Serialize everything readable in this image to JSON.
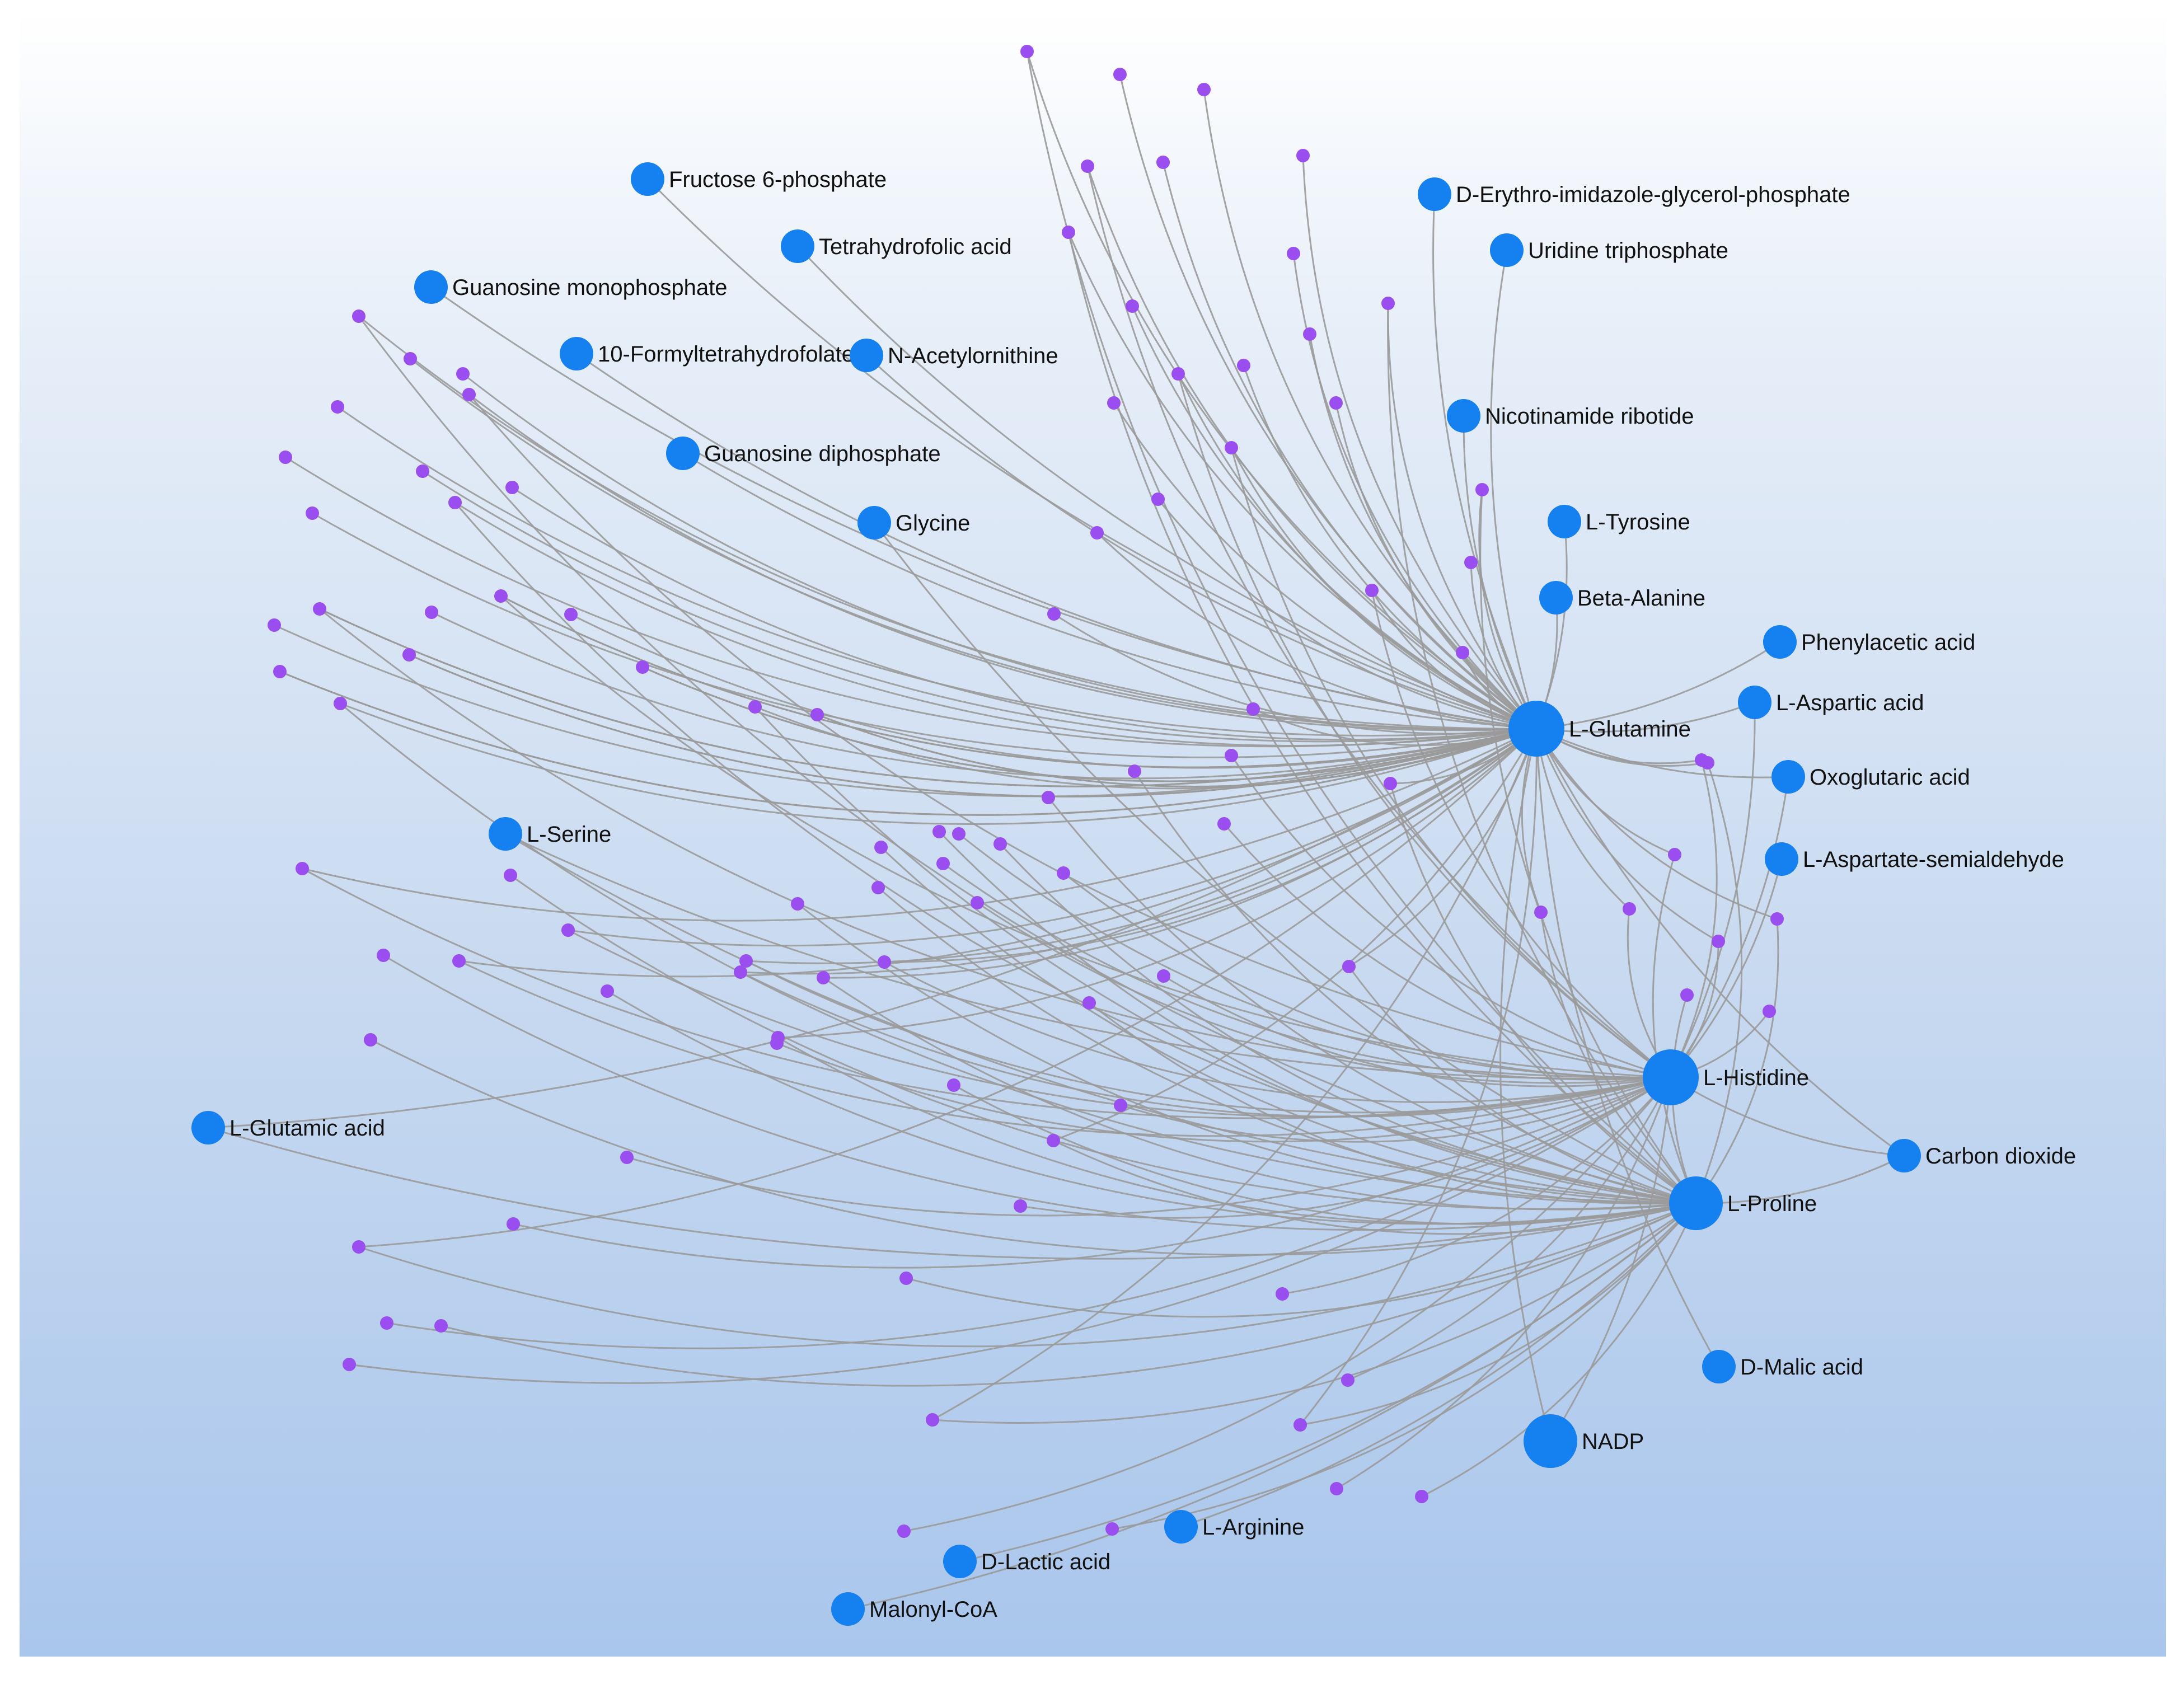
{
  "colors": {
    "node": "#1580f0",
    "point": "#9a4ef0",
    "edge": "#9a9a9a",
    "background_top": "#ffffff",
    "background_bottom": "#a9c6ec"
  },
  "nodes": [
    {
      "id": "l-glutamine",
      "label": "L-Glutamine"
    },
    {
      "id": "l-histidine",
      "label": "L-Histidine"
    },
    {
      "id": "l-proline",
      "label": "L-Proline"
    },
    {
      "id": "nadp",
      "label": "NADP"
    },
    {
      "id": "fructose-6-phosphate",
      "label": "Fructose 6-phosphate"
    },
    {
      "id": "tetrahydrofolic-acid",
      "label": "Tetrahydrofolic acid"
    },
    {
      "id": "guanosine-monophosphate",
      "label": "Guanosine monophosphate"
    },
    {
      "id": "10-formyltetrahydrofolate",
      "label": "10-Formyltetrahydrofolate"
    },
    {
      "id": "n-acetylornithine",
      "label": "N-Acetylornithine"
    },
    {
      "id": "guanosine-diphosphate",
      "label": "Guanosine diphosphate"
    },
    {
      "id": "glycine",
      "label": "Glycine"
    },
    {
      "id": "d-erythro-imidazole-glycerol-phosphate",
      "label": "D-Erythro-imidazole-glycerol-phosphate"
    },
    {
      "id": "uridine-triphosphate",
      "label": "Uridine triphosphate"
    },
    {
      "id": "nicotinamide-ribotide",
      "label": "Nicotinamide ribotide"
    },
    {
      "id": "l-tyrosine",
      "label": "L-Tyrosine"
    },
    {
      "id": "beta-alanine",
      "label": "Beta-Alanine"
    },
    {
      "id": "phenylacetic-acid",
      "label": "Phenylacetic acid"
    },
    {
      "id": "l-aspartic-acid",
      "label": "L-Aspartic acid"
    },
    {
      "id": "oxoglutaric-acid",
      "label": "Oxoglutaric acid"
    },
    {
      "id": "l-aspartate-semialdehyde",
      "label": "L-Aspartate-semialdehyde"
    },
    {
      "id": "carbon-dioxide",
      "label": "Carbon dioxide"
    },
    {
      "id": "d-malic-acid",
      "label": "D-Malic acid"
    },
    {
      "id": "l-serine",
      "label": "L-Serine"
    },
    {
      "id": "l-glutamic-acid",
      "label": "L-Glutamic acid"
    },
    {
      "id": "l-arginine",
      "label": "L-Arginine"
    },
    {
      "id": "d-lactic-acid",
      "label": "D-Lactic acid"
    },
    {
      "id": "malonyl-coa",
      "label": "Malonyl-CoA"
    }
  ],
  "edges": [
    [
      "fructose-6-phosphate",
      "l-glutamine"
    ],
    [
      "tetrahydrofolic-acid",
      "l-glutamine"
    ],
    [
      "guanosine-monophosphate",
      "l-glutamine"
    ],
    [
      "10-formyltetrahydrofolate",
      "l-glutamine"
    ],
    [
      "n-acetylornithine",
      "l-glutamine"
    ],
    [
      "guanosine-diphosphate",
      "l-glutamine"
    ],
    [
      "glycine",
      "l-proline"
    ],
    [
      "d-erythro-imidazole-glycerol-phosphate",
      "l-glutamine"
    ],
    [
      "uridine-triphosphate",
      "l-glutamine"
    ],
    [
      "nicotinamide-ribotide",
      "l-glutamine"
    ],
    [
      "l-tyrosine",
      "l-glutamine"
    ],
    [
      "beta-alanine",
      "l-glutamine"
    ],
    [
      "phenylacetic-acid",
      "l-glutamine"
    ],
    [
      "l-aspartic-acid",
      "l-glutamine"
    ],
    [
      "oxoglutaric-acid",
      "l-glutamine"
    ],
    [
      "carbon-dioxide",
      "l-glutamine"
    ],
    [
      "carbon-dioxide",
      "l-histidine"
    ],
    [
      "carbon-dioxide",
      "l-proline"
    ],
    [
      "d-malic-acid",
      "l-glutamine"
    ],
    [
      "nadp",
      "l-glutamine"
    ],
    [
      "nadp",
      "l-histidine"
    ],
    [
      "l-serine",
      "l-histidine"
    ],
    [
      "l-serine",
      "l-proline"
    ],
    [
      "l-glutamic-acid",
      "l-glutamine"
    ],
    [
      "l-glutamic-acid",
      "l-proline"
    ],
    [
      "l-arginine",
      "l-proline"
    ],
    [
      "d-lactic-acid",
      "l-proline"
    ],
    [
      "malonyl-coa",
      "l-proline"
    ],
    [
      "l-aspartic-acid",
      "l-histidine"
    ],
    [
      "oxoglutaric-acid",
      "l-histidine"
    ],
    [
      "l-aspartate-semialdehyde",
      "l-histidine"
    ]
  ]
}
